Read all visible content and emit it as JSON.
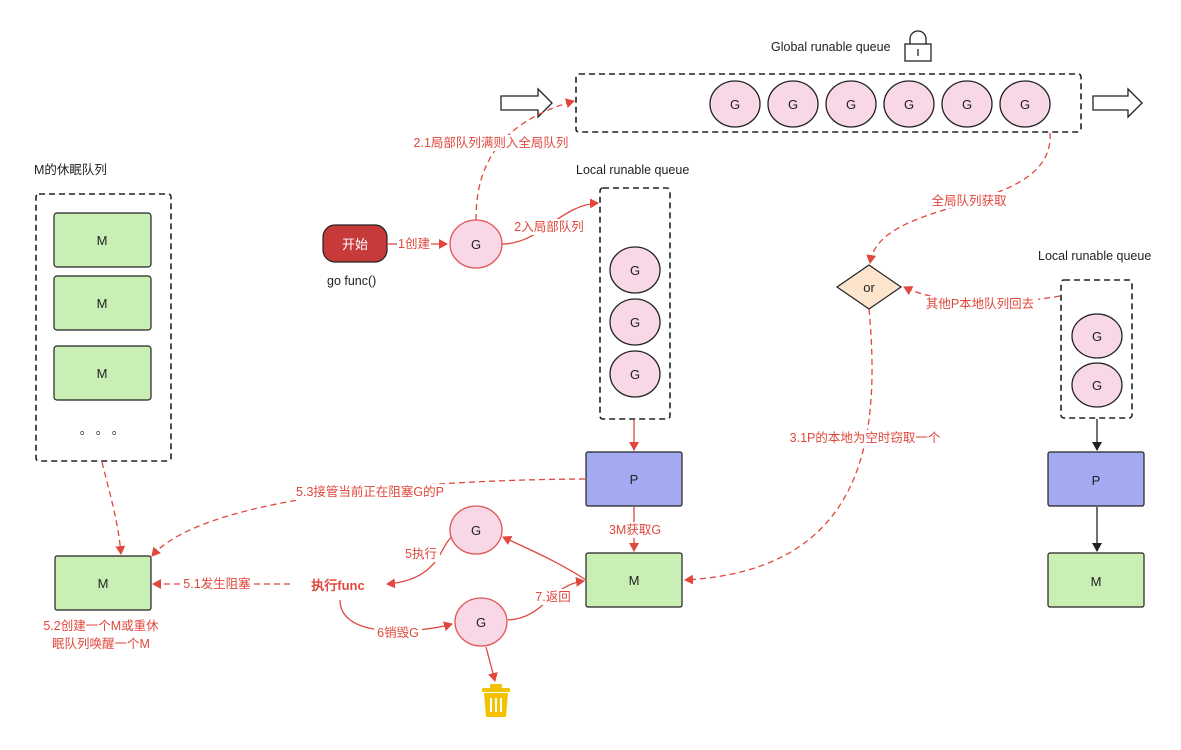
{
  "global_queue": {
    "title": "Global runable queue",
    "items": [
      "G",
      "G",
      "G",
      "G",
      "G",
      "G"
    ],
    "icon": "lock-icon"
  },
  "left_local_queue": {
    "title": "Local runable queue",
    "items": [
      "G",
      "G",
      "G"
    ]
  },
  "right_local_queue": {
    "title": "Local runable queue",
    "items": [
      "G",
      "G"
    ]
  },
  "sleep_queue": {
    "title": "M的休眠队列",
    "items": [
      "M",
      "M",
      "M"
    ],
    "ellipsis": "。 。 。"
  },
  "start": {
    "label": "开始",
    "caption": "go func()"
  },
  "nodes": {
    "new_g": "G",
    "left_p": "P",
    "left_m": "M",
    "right_p": "P",
    "right_m": "M",
    "blocked_m": "M",
    "exec_g": "G",
    "destroy_g": "G",
    "or": "or",
    "exec_func": "执行func"
  },
  "edge_labels": {
    "create": "1创建",
    "to_local": "2入局部队列",
    "to_global": "2.1局部队列满则入全局队列",
    "global_get": "全局队列获取",
    "steal_back": "其他P本地队列回去",
    "steal_one": "3.1P的本地为空时窃取一个",
    "m_get_g": "3M获取G",
    "execute": "5执行",
    "block": "5.1发生阻塞",
    "takeover": "5.3接管当前正在阻塞G的P",
    "create_m_line1": "5.2创建一个M或重休",
    "create_m_line2": "眠队列唤醒一个M",
    "destroy": "6销毁G",
    "return": "7.返回"
  },
  "colors": {
    "g_fill": "#f8d7e6",
    "m_fill": "#c9efb4",
    "p_fill": "#a4aaf2",
    "arrow_red": "#e0483e",
    "start_fill": "#c63a3a",
    "or_fill": "#fde4cc",
    "trash": "#f2c200"
  }
}
